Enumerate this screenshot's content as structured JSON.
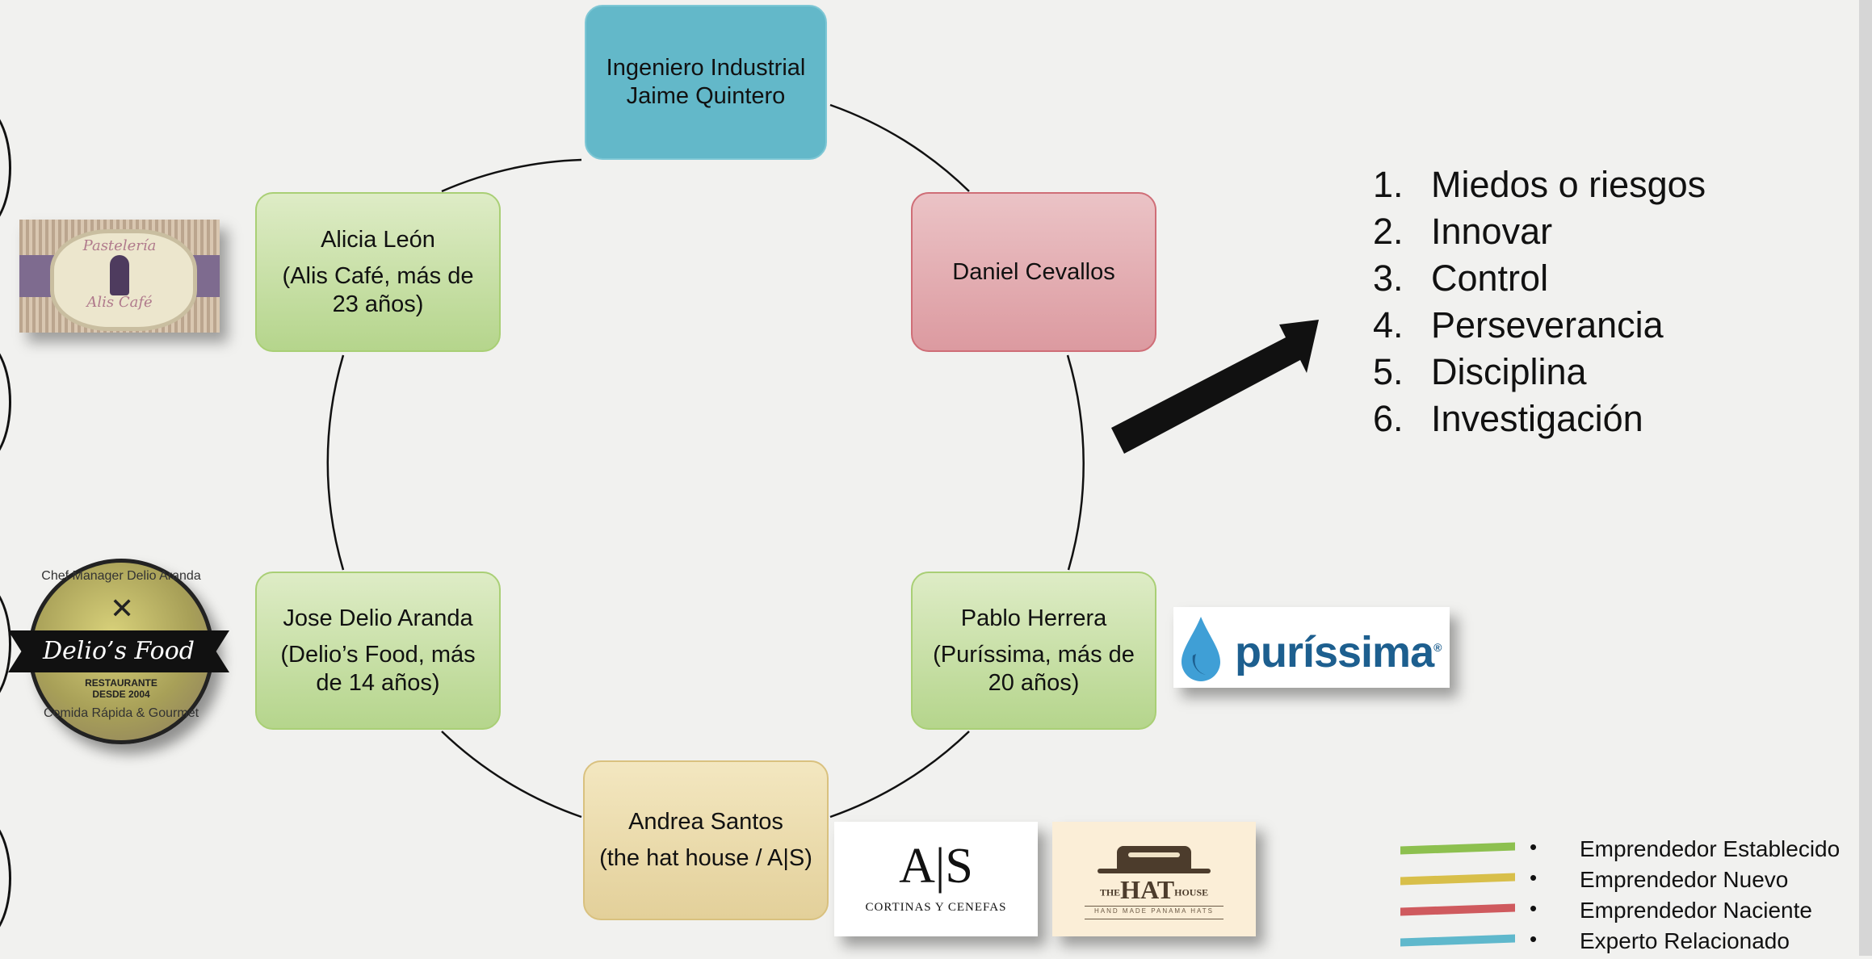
{
  "nodes": {
    "expert": {
      "line1": "Ingeniero Industrial",
      "line2": "Jaime Quintero"
    },
    "daniel": {
      "line1": "Daniel Cevallos"
    },
    "alicia": {
      "line1": "Alicia León",
      "line2": "(Alis Café, más de 23 años)"
    },
    "jose": {
      "line1": "Jose Delio Aranda",
      "line2": "(Delio’s Food, más de 14 años)"
    },
    "pablo": {
      "line1": "Pablo Herrera",
      "line2": "(Puríssima, más de 20 años)"
    },
    "andrea": {
      "line1": "Andrea Santos",
      "line2": "(the hat house / A|S)"
    }
  },
  "logos": {
    "alis": {
      "top": "Pastelería",
      "bottom": "Alis Café"
    },
    "delio": {
      "top_arc": "Chef Manager Delio Aranda",
      "banner": "Delio’s Food",
      "restaurant": "RESTAURANTE",
      "since": "DESDE 2004",
      "bottom_arc": "Comida Rápida & Gourmet"
    },
    "purissima": {
      "word": "puríssima",
      "reg": "®"
    },
    "as": {
      "big": "A|S",
      "small": "CORTINAS Y CENEFAS"
    },
    "hat": {
      "the": "THE",
      "hat": "HAT",
      "house": "HOUSE",
      "tagline": "HAND MADE PANAMA HATS"
    }
  },
  "list": [
    {
      "num": "1.",
      "text": "Miedos o riesgos"
    },
    {
      "num": "2.",
      "text": "Innovar"
    },
    {
      "num": "3.",
      "text": "Control"
    },
    {
      "num": "4.",
      "text": "Perseverancia"
    },
    {
      "num": "5.",
      "text": "Disciplina"
    },
    {
      "num": "6.",
      "text": "Investigación"
    }
  ],
  "legend": [
    {
      "bullet": "•",
      "label": "Emprendedor Establecido",
      "color": "#8dc04f"
    },
    {
      "bullet": "•",
      "label": "Emprendedor Nuevo",
      "color": "#d8bf4a"
    },
    {
      "bullet": "•",
      "label": "Emprendedor Naciente",
      "color": "#cf5a5e"
    },
    {
      "bullet": "•",
      "label": "Experto Relacionado",
      "color": "#5fb8cc"
    }
  ]
}
